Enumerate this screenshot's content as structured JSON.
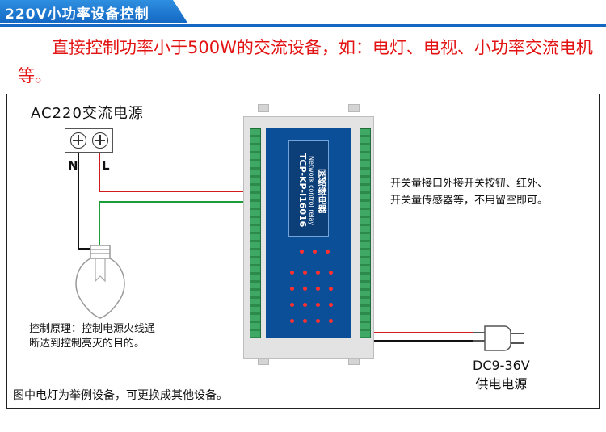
{
  "header": {
    "title": "220V小功率设备控制"
  },
  "intro": {
    "text": "直接控制功率小于500W的交流设备，如：电灯、电视、小功率交流电机等。"
  },
  "diagram": {
    "ac_label": "AC220交流电源",
    "neutral_label": "N",
    "live_label": "L",
    "device_title": "网络继电器",
    "device_subtitle": "Network control relay",
    "device_model": "TCP-KP-I16016",
    "input_note": [
      "开关量接口外接开关按钮、红外、",
      "开关量传感器等，不用留空即可。"
    ],
    "principle_note": [
      "控制原理：控制电源火线通",
      "断达到控制亮灭的目的。"
    ],
    "dc_label": [
      "DC9-36V",
      "供电电源"
    ],
    "footnote": "图中电灯为举例设备，可更换成其他设备。"
  },
  "colors": {
    "header_blue": "#1468c4",
    "intro_red": "#e31313",
    "wire_red": "#d21b1b",
    "wire_green": "#1d9c3a",
    "pcb_blue": "#0a4f98"
  }
}
